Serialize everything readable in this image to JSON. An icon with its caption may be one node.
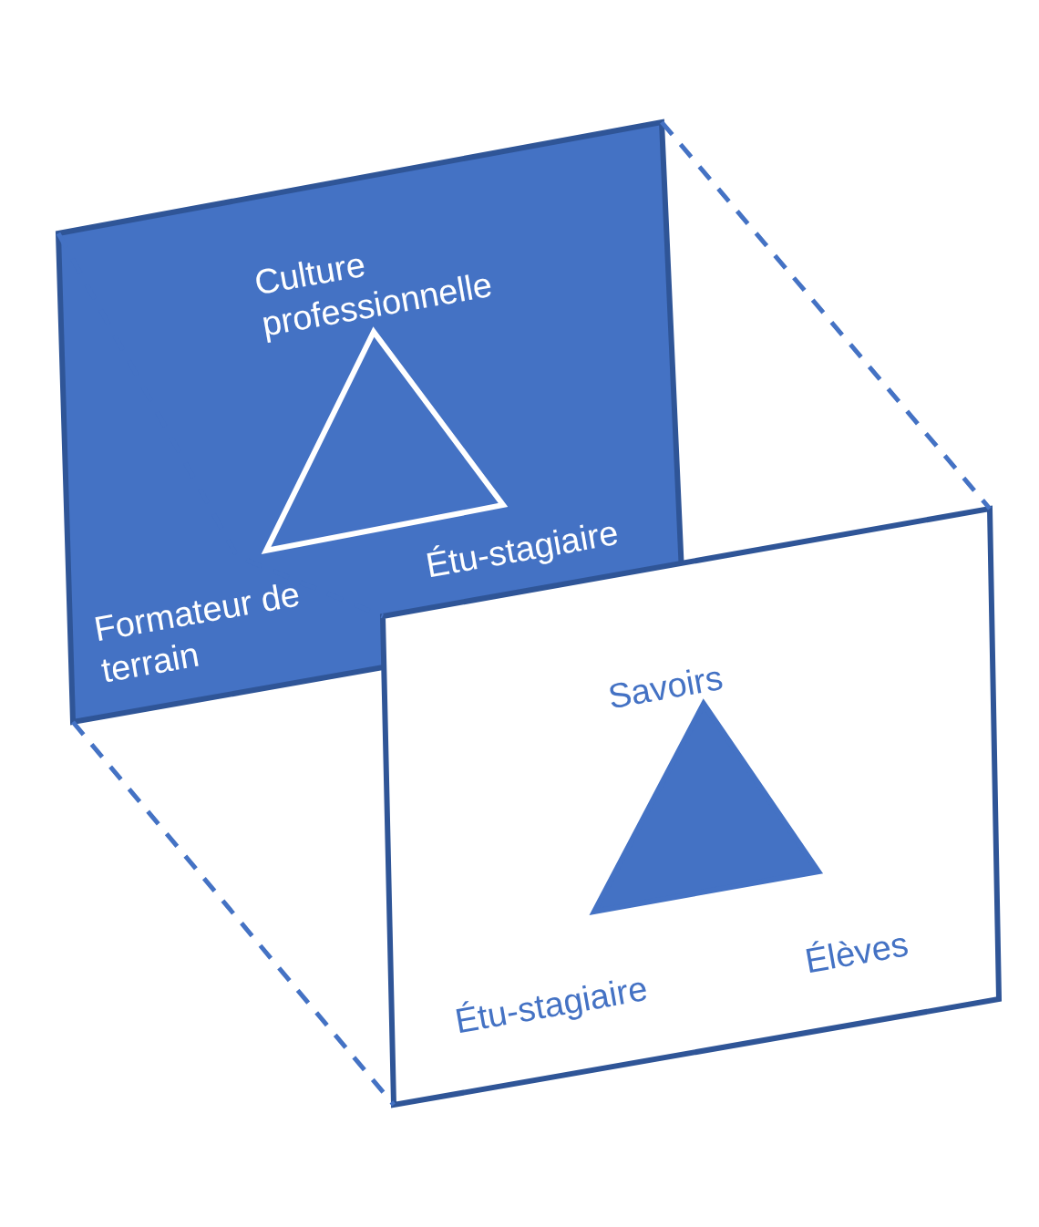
{
  "diagram": {
    "nodes": [
      {
        "text": [],
        "shape": "box"
      },
      {
        "text": [],
        "shape": "box"
      },
      {
        "text": [],
        "shape": "triangle",
        "in": 0
      },
      {
        "text": [],
        "shape": "triangle",
        "in": 1
      }
    ],
    "edges": [
      {
        "from": 0,
        "to": 1,
        "arrow": "none",
        "style": "dashed"
      },
      {
        "from": 0,
        "to": 1,
        "arrow": "none",
        "style": "dashed"
      },
      {
        "from": 0,
        "to": 1,
        "arrow": "none",
        "style": "dashed"
      }
    ],
    "labels": [
      "Culture professionnelle",
      "Étu-stagiaire",
      "Formateur de terrain",
      "Savoirs",
      "Élèves",
      "Étu-stagiaire"
    ]
  }
}
